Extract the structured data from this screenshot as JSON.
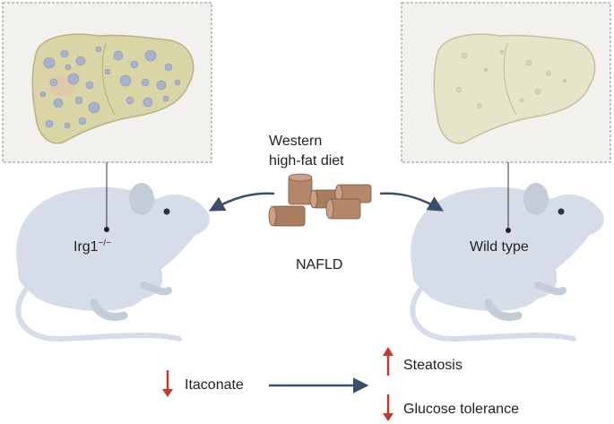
{
  "diet": {
    "line1": "Western",
    "line2": "high-fat diet"
  },
  "condition": "NAFLD",
  "knockout": {
    "gene": "Irg1",
    "superscript": "−/−"
  },
  "wild_type": "Wild type",
  "metabolite": "Itaconate",
  "outcomes": [
    {
      "label": "Steatosis",
      "direction": "up"
    },
    {
      "label": "Glucose tolerance",
      "direction": "down"
    }
  ],
  "metabolite_direction": "down",
  "colors": {
    "mouse": "#d6dde8",
    "mouse_dark": "#c3ccd9",
    "liver_ko": "#d9d5a6",
    "liver_wt": "#e6e5c9",
    "fat_droplet": "#a8b2cc",
    "flow_arrow": "#3b4f6b",
    "down_up_arrow": "#c0392b",
    "pellet": "#b5876a"
  }
}
